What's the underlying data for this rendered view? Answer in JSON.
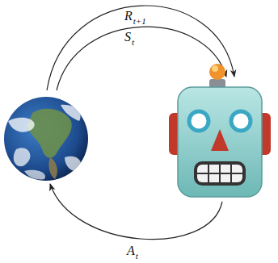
{
  "diagram": {
    "labels": [
      "R",
      "t+1",
      "S",
      "t",
      "A",
      "t"
    ]
  }
}
